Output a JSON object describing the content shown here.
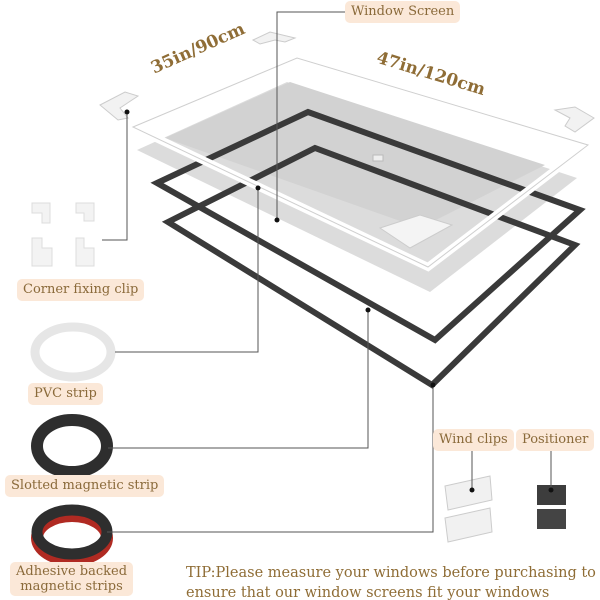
{
  "labels": {
    "window_screen": "Window Screen",
    "corner_clip": "Corner fixing clip",
    "pvc_strip": "PVC strip",
    "slotted_strip": "Slotted magnetic strip",
    "adhesive_line1": "Adhesive backed",
    "adhesive_line2": "magnetic strips",
    "wind_clips": "Wind clips",
    "positioner": "Positioner"
  },
  "dimensions": {
    "width": "35in/90cm",
    "length": "47in/120cm"
  },
  "tip": {
    "line1": "TIP:Please measure your windows before purchasing to",
    "line2": "ensure that our window screens fit your windows"
  },
  "colors": {
    "label_bg": "#fbe8d8",
    "label_text": "#8a6a3a",
    "frame": "#3a3a3a",
    "screen": "#d8d8d8",
    "adhesive": "#b02a22"
  }
}
